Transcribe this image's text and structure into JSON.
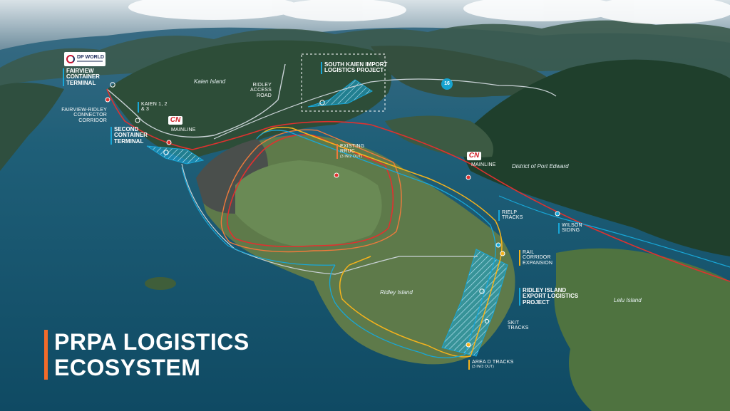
{
  "title": {
    "line1": "PRPA LOGISTICS",
    "line2": "ECOSYSTEM"
  },
  "logos": {
    "dp_world": "DP WORLD",
    "cn": "CN",
    "highway": "16"
  },
  "places": {
    "kaien_island": "Kaien Island",
    "district_port_edward": "District of Port Edward",
    "ridley_island": "Ridley Island",
    "lelu_island": "Lelu Island"
  },
  "labels": {
    "fairview_terminal": "FAIRVIEW CONTAINER TERMINAL",
    "fairview_ridley_corridor": "FAIRVIEW-RIDLEY CONNECTOR CORRIDOR",
    "kaien_123": "KAIEN 1, 2 & 3",
    "mainline_west": "MAINLINE",
    "second_terminal": "SECOND CONTAINER TERMINAL",
    "ridley_access_road": "RIDLEY ACCESS ROAD",
    "south_kaien": "SOUTH KAIEN IMPORT LOGISTICS PROJECT",
    "existing_rruc": "EXISTING RRUC",
    "existing_rruc_sub": "(3 IN/2 OUT)",
    "mainline_east": "MAINLINE",
    "rielp_tracks": "RIELP TRACKS",
    "wilson_siding": "WILSON SIDING",
    "rail_corridor": "RAIL CORRIDOR EXPANSION",
    "ridley_export": "RIDLEY ISLAND EXPORT LOGISTICS PROJECT",
    "skit_tracks": "SKIT TRACKS",
    "area_d": "AREA D TRACKS",
    "area_d_sub": "(3 IN/3 OUT)"
  },
  "colors": {
    "cn_mainline": "#e0312f",
    "rruc_orange": "#f07a3c",
    "yellow_tracks": "#f6b31b",
    "blue_tracks": "#18a7d8",
    "road": "#c9d2d6",
    "title_accent": "#f26b2a"
  }
}
